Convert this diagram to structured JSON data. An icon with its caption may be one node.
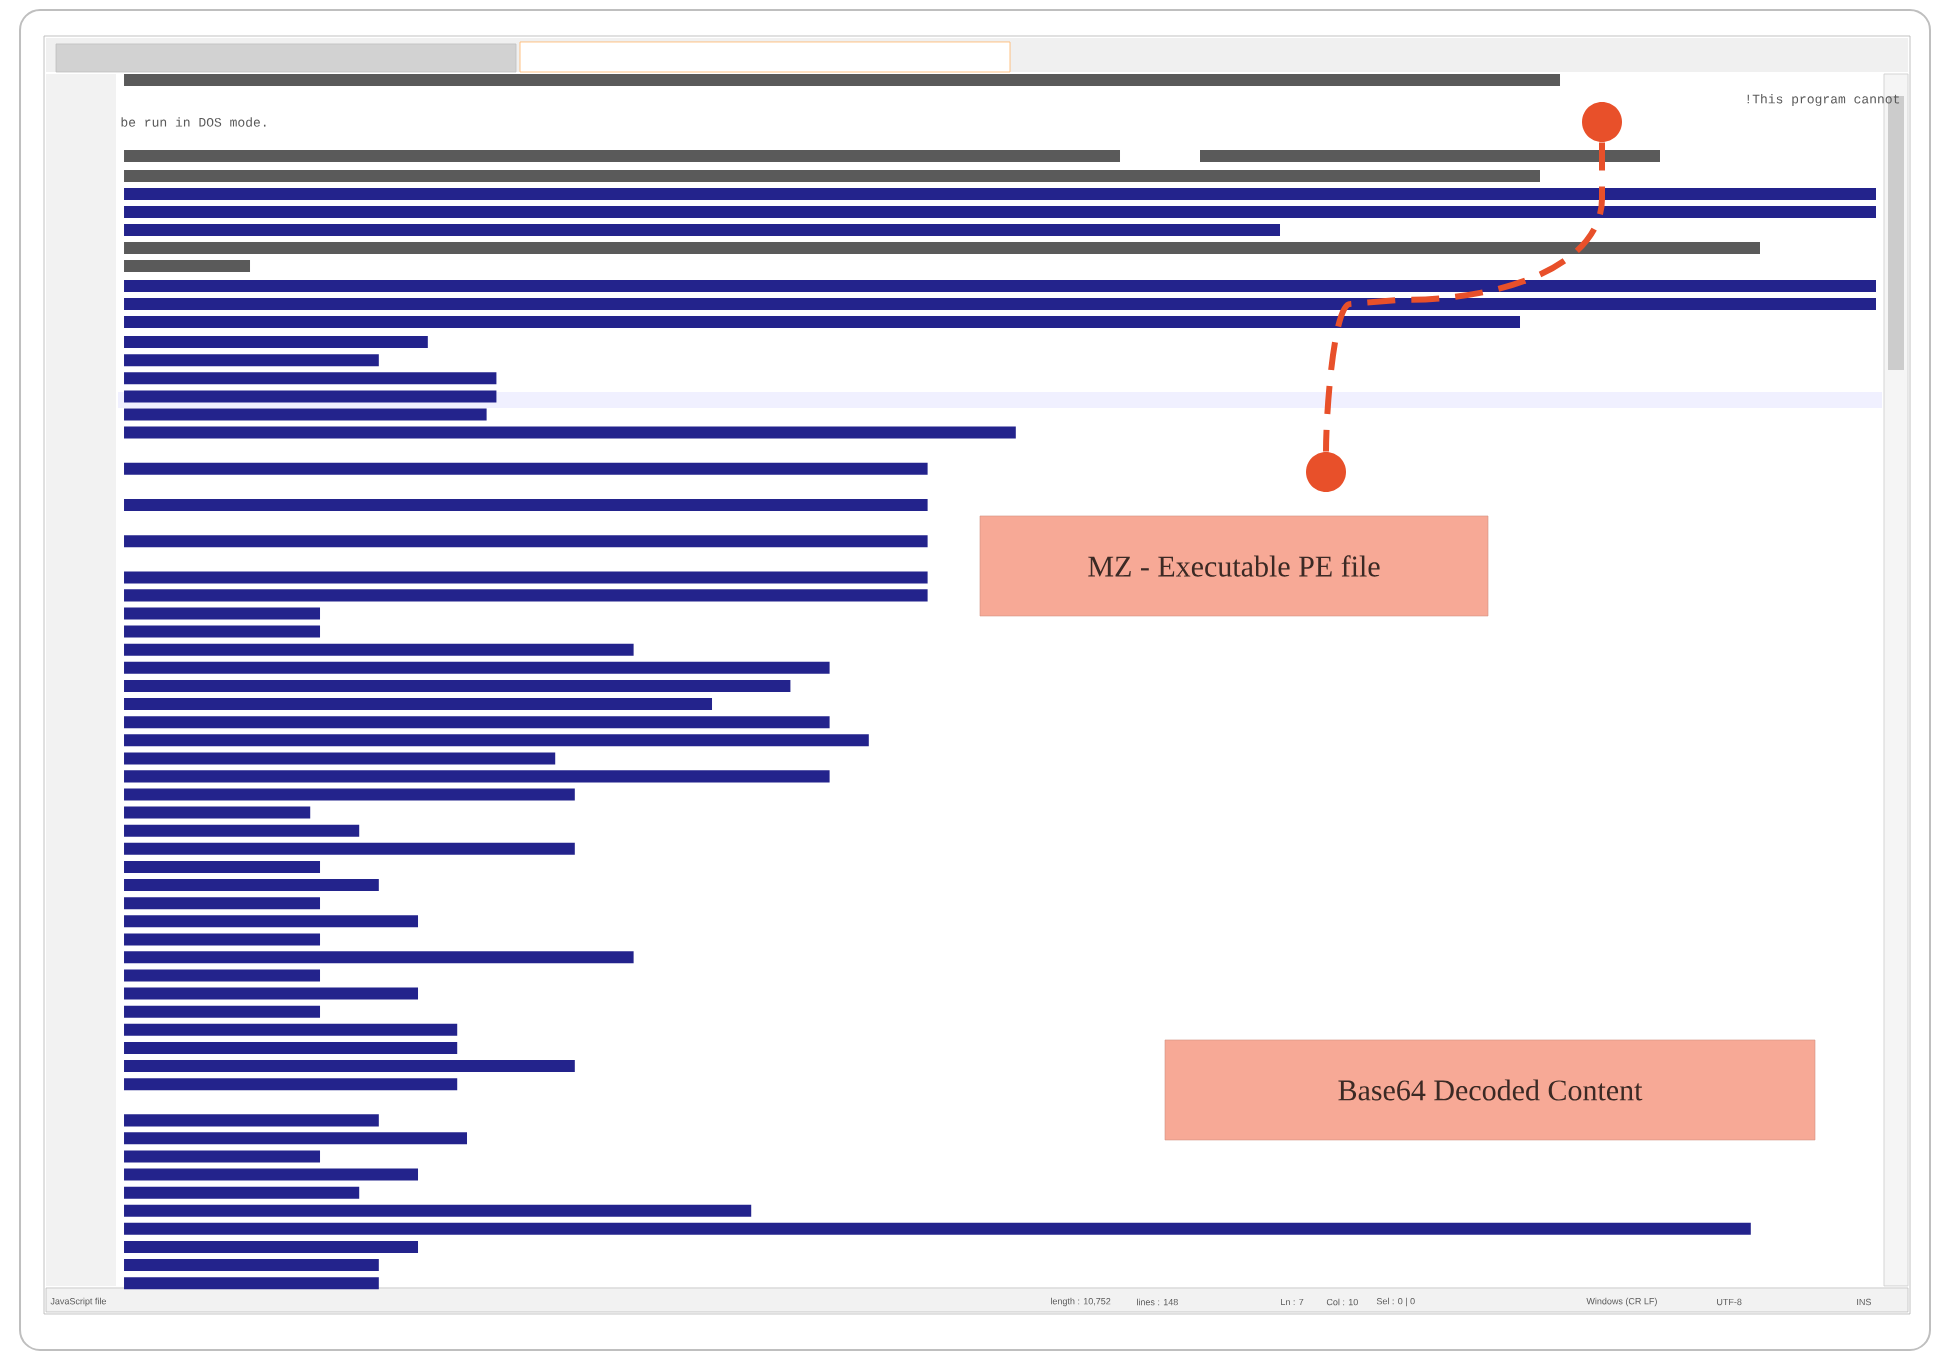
{
  "diagram": {
    "nodes": [
      {
        "text": [],
        "shape": "circle"
      },
      {
        "text": [],
        "shape": "circle"
      },
      {
        "text": [
          "MZ - Executable PE file"
        ]
      },
      {
        "text": [
          "Base64 Decoded Content"
        ]
      }
    ],
    "edges": [
      {
        "from": 0,
        "to": 1,
        "arrow": "none",
        "style": "dashed"
      }
    ],
    "labels": [
      "!This program cannot",
      "be run in DOS mode.",
      "JavaScript file",
      "length : 10,752",
      "lines : 148",
      "Ln : 7",
      "Col : 10",
      "Sel : 0 | 0",
      "Windows (CR LF)",
      "UTF-8",
      "INS"
    ]
  }
}
